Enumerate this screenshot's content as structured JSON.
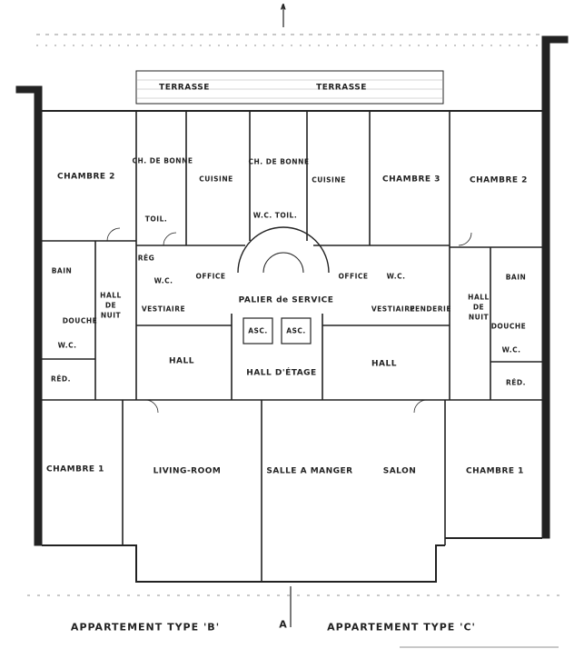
{
  "plan": {
    "section_marker": "A",
    "rooms": {
      "terrasse_left": "TERRASSE",
      "terrasse_right": "TERRASSE",
      "chambre2_left": "CHAMBRE 2",
      "ch_bonne_left": "CH. DE BONNE",
      "cuisine_left": "CUISINE",
      "ch_bonne_right": "CH. DE BONNE",
      "cuisine_right": "CUISINE",
      "chambre3": "CHAMBRE 3",
      "chambre2_right": "CHAMBRE 2",
      "toil_left": "TOIL.",
      "wc_toil_right": "W.C. TOIL.",
      "bain_left": "BAIN",
      "hall_nuit_left": "HALL DE NUIT",
      "reg_left": "RÉG",
      "wc_service_left": "W.C.",
      "office_left": "OFFICE",
      "vestiaire_left": "VESTIAIRE",
      "douche_left": "DOUCHE",
      "wc_left": "W.C.",
      "red_left": "RÉD.",
      "palier_service": "PALIER de SERVICE",
      "asc1": "ASC.",
      "asc2": "ASC.",
      "hall_left": "HALL",
      "hall_etage": "HALL D'ÉTAGE",
      "hall_right": "HALL",
      "office_right": "OFFICE",
      "wc_service_right": "W.C.",
      "vestiaire_right": "VESTIAIRE",
      "penderie": "PENDERIE",
      "bain_right": "BAIN",
      "hall_nuit_right": "HALL DE NUIT",
      "douche_right": "DOUCHE",
      "wc_right": "W.C.",
      "red_right": "RÉD.",
      "chambre1_left": "CHAMBRE 1",
      "living_room": "LIVING-ROOM",
      "salle_a_manger": "SALLE A MANGER",
      "salon": "SALON",
      "chambre1_right": "CHAMBRE 1"
    },
    "captions": {
      "type_b": "APPARTEMENT   TYPE  'B'",
      "type_c": "APPARTEMENT  TYPE  'C'"
    }
  },
  "colors": {
    "ink": "#222222",
    "paper": "#ffffff",
    "hatch": "#999999"
  }
}
